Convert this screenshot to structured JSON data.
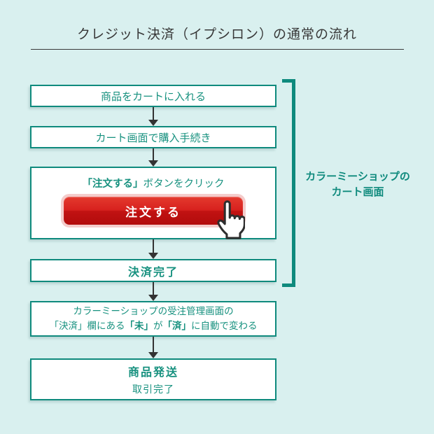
{
  "header": {
    "title": "クレジット決済（イプシロン）の通常の流れ"
  },
  "flow": {
    "steps": {
      "step1": {
        "label": "商品をカートに入れる"
      },
      "step2": {
        "label": "カート画面で購入手続き"
      },
      "step3": {
        "caption_bold": "「注文する」",
        "caption_rest": "ボタンをクリック",
        "button_label": "注文する"
      },
      "step4": {
        "label": "決済完了"
      },
      "step5": {
        "line1": "カラーミーショップの受注管理画面の",
        "line2_pre": "「決済」欄にある",
        "line2_bold1": "「未」",
        "line2_mid": "が",
        "line2_bold2": "「済」",
        "line2_post": "に自動で変わる"
      },
      "step6": {
        "title": "商品発送",
        "subtitle": "取引完了"
      }
    }
  },
  "bracket": {
    "label_line1": "カラーミーショップの",
    "label_line2": "カート画面"
  },
  "colors": {
    "background": "#d9f0ef",
    "box_border_teal": "#0f8a7d",
    "box_text_teal": "#17917f",
    "arrow": "#333333",
    "title_text": "#383838",
    "button_red_top": "#e43a2e",
    "button_red_bottom": "#b20c0c",
    "button_glow_pink": "#f4cccb",
    "button_text": "#ffffff"
  }
}
